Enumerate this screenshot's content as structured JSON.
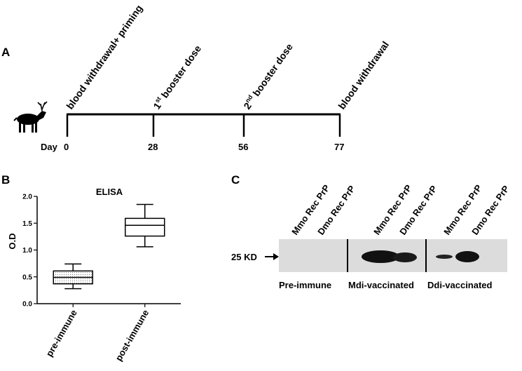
{
  "panels": {
    "a": "A",
    "b": "B",
    "c": "C"
  },
  "timeline": {
    "day_label": "Day",
    "events": [
      {
        "day": "0",
        "label": "blood withdrawal+ priming"
      },
      {
        "day": "28",
        "label": "1st booster dose",
        "base": "1",
        "sup": "st",
        "rest": " booster dose"
      },
      {
        "day": "56",
        "label": "2nd booster dose",
        "base": "2",
        "sup": "nd",
        "rest": " booster dose"
      },
      {
        "day": "77",
        "label": "blood withdrawal"
      }
    ]
  },
  "chart_data": {
    "type": "box",
    "title": "ELISA",
    "ylabel": "O.D",
    "xlabel": "",
    "ylim": [
      0.0,
      2.0
    ],
    "yticks": [
      "0.0",
      "0.5",
      "1.0",
      "1.5",
      "2.0"
    ],
    "categories": [
      "pre-immune",
      "post-immune"
    ],
    "series": [
      {
        "category": "pre-immune",
        "min": 0.28,
        "q1": 0.37,
        "median": 0.49,
        "q3": 0.61,
        "max": 0.74
      },
      {
        "category": "post-immune",
        "min": 1.06,
        "q1": 1.26,
        "median": 1.46,
        "q3": 1.59,
        "max": 1.85
      }
    ]
  },
  "blot": {
    "marker": "25 KD",
    "lane_labels": [
      "Mmo Rec PrP",
      "Dmo Rec PrP",
      "Mmo Rec PrP",
      "Dmo Rec PrP",
      "Mmo Rec PrP",
      "Dmo Rec PrP"
    ],
    "groups": [
      "Pre-immune",
      "Mdi-vaccinated",
      "Ddi-vaccinated"
    ]
  },
  "colors": {
    "line": "#000000",
    "blot_background": "#dcdcdc",
    "band": "#111111"
  }
}
